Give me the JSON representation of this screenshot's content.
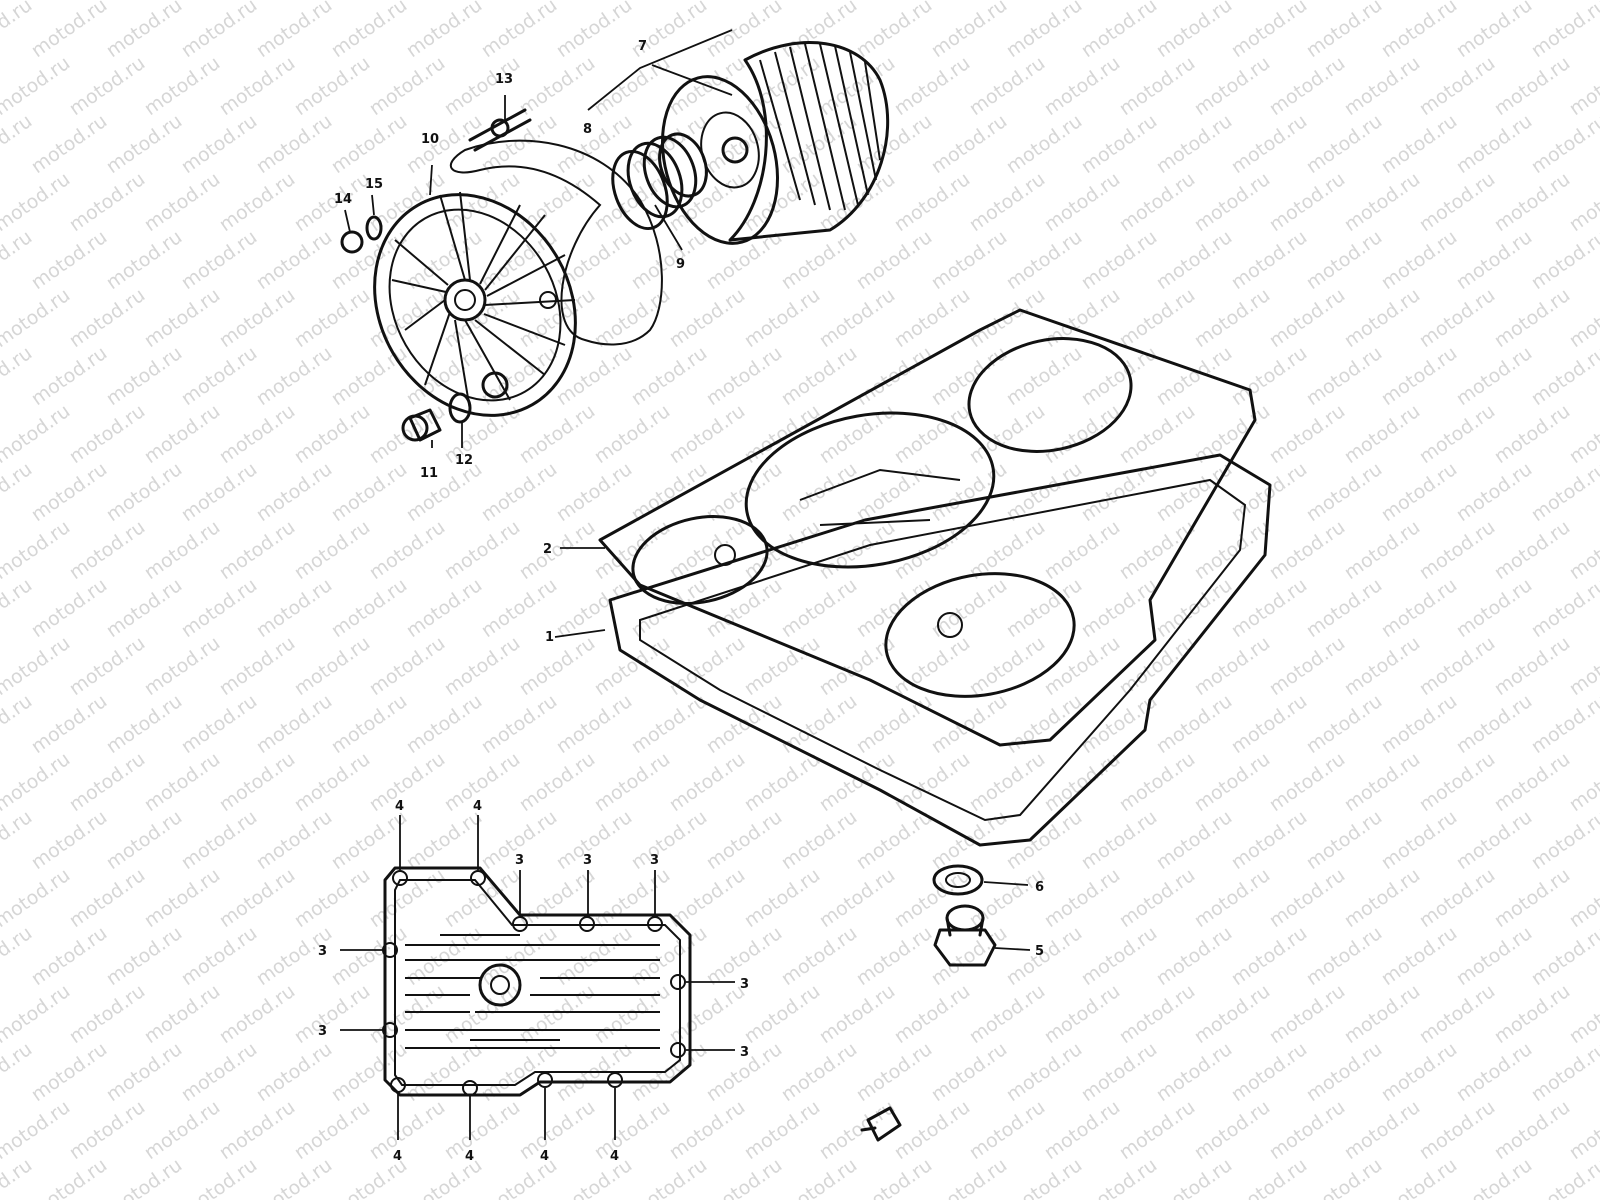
{
  "watermark": {
    "text": "motod.ru"
  },
  "colors": {
    "ink": "#111111",
    "watermark": "#d6d6d6",
    "background": "#ffffff"
  },
  "callouts": {
    "c1": "1",
    "c2": "2",
    "c5": "5",
    "c6": "6",
    "c7": "7",
    "c8": "8",
    "c9": "9",
    "c10": "10",
    "c11": "11",
    "c12": "12",
    "c13": "13",
    "c14": "14",
    "c15": "15",
    "c3": "3",
    "c4": "4"
  }
}
